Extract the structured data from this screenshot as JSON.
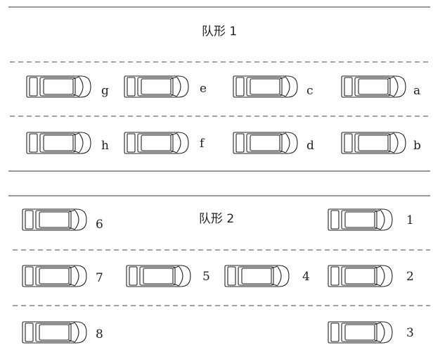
{
  "formation1": {
    "title": "队形 1",
    "row1": [
      "g",
      "e",
      "c",
      "a"
    ],
    "row2": [
      "h",
      "f",
      "d",
      "b"
    ]
  },
  "formation2": {
    "title": "队形 2",
    "row1": [
      "6",
      "1"
    ],
    "row2": [
      "7",
      "5",
      "4",
      "2"
    ],
    "row3": [
      "8",
      "3"
    ]
  }
}
